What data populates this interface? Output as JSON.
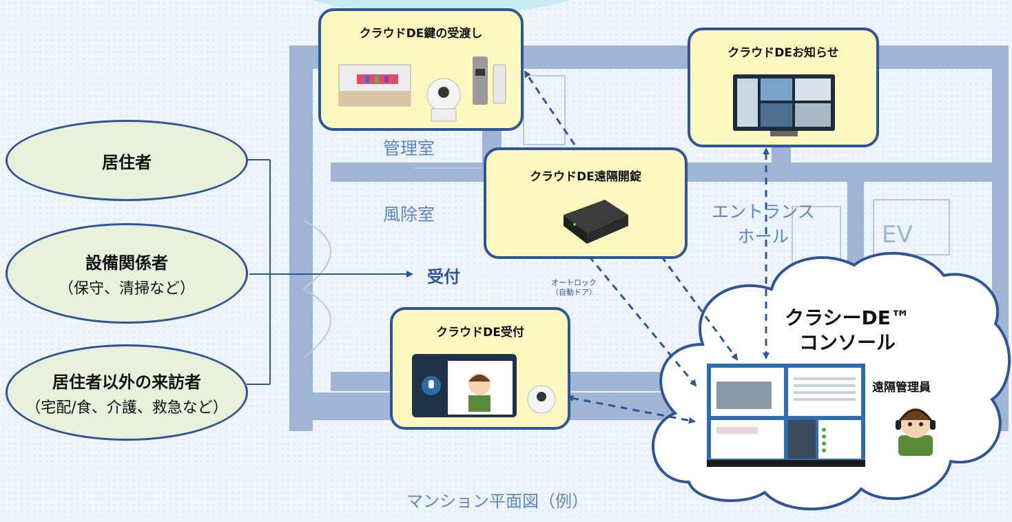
{
  "rooms": {
    "management": "管理室",
    "windbreak": "風除室",
    "entrance_line1": "エントランス",
    "entrance_line2": "ホール",
    "plan_caption": "マンション平面図（例）",
    "ev": "EV"
  },
  "visitors": {
    "resident": {
      "title": "居住者"
    },
    "facility": {
      "title": "設備関係者",
      "subtitle": "（保守、清掃など）"
    },
    "other": {
      "title": "居住者以外の来訪者",
      "subtitle": "（宅配/食、介護、救急など）"
    }
  },
  "reception_label": "受付",
  "services": {
    "key_handover": {
      "title": "クラウドDE鍵の受渡し"
    },
    "notice": {
      "title": "クラウドDEお知らせ"
    },
    "remote_unlock": {
      "title": "クラウドDE遠隔開錠"
    },
    "reception": {
      "title": "クラウドDE受付"
    }
  },
  "autolock_label_line1": "オートロック",
  "autolock_label_line2": "（自動ドア）",
  "cloud": {
    "title_line1": "クラシーDE™",
    "title_line2": "コンソール",
    "remote_manager": "遠隔管理員"
  },
  "colors": {
    "accent": "#2f5597",
    "room_text": "#5f86c4",
    "card_fill": "#fdf8c0",
    "oval_fill": "#e8f1dc",
    "floorplan": "#9fb5d6"
  }
}
